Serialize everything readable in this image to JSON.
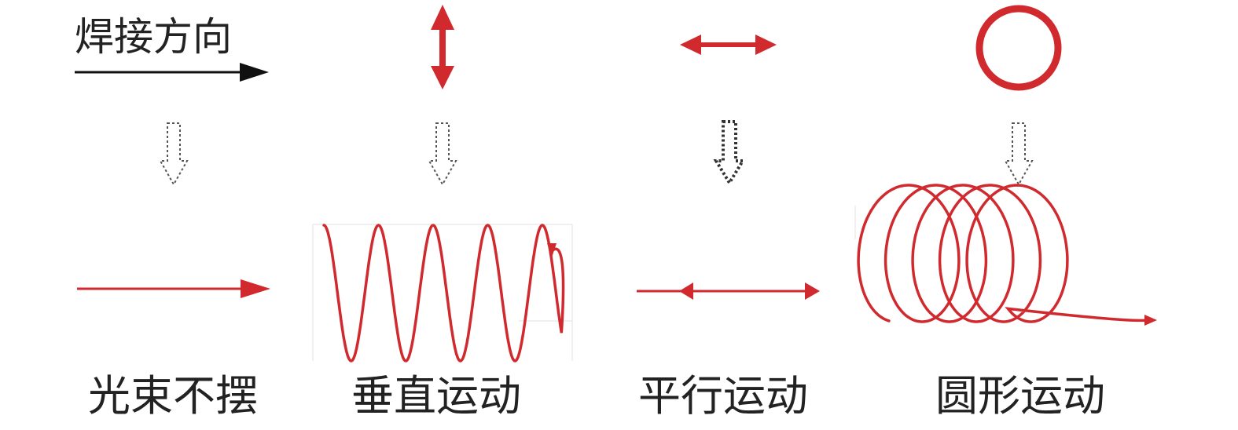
{
  "labels": {
    "direction": "焊接方向",
    "modes": {
      "none": "光束不摆",
      "vertical": "垂直运动",
      "parallel": "平行运动",
      "circular": "圆形运动"
    }
  },
  "colors": {
    "red": "#d02a2f",
    "black": "#111111",
    "dotted_arrow": "#555555",
    "panel_border": "#e2e2e2"
  },
  "icons": {
    "direction_arrow": "right-arrow-icon",
    "vertical": "up-down-arrow-icon",
    "parallel": "left-right-arrow-icon",
    "circular": "circle-icon",
    "transition": "dotted-down-arrow-icon"
  }
}
